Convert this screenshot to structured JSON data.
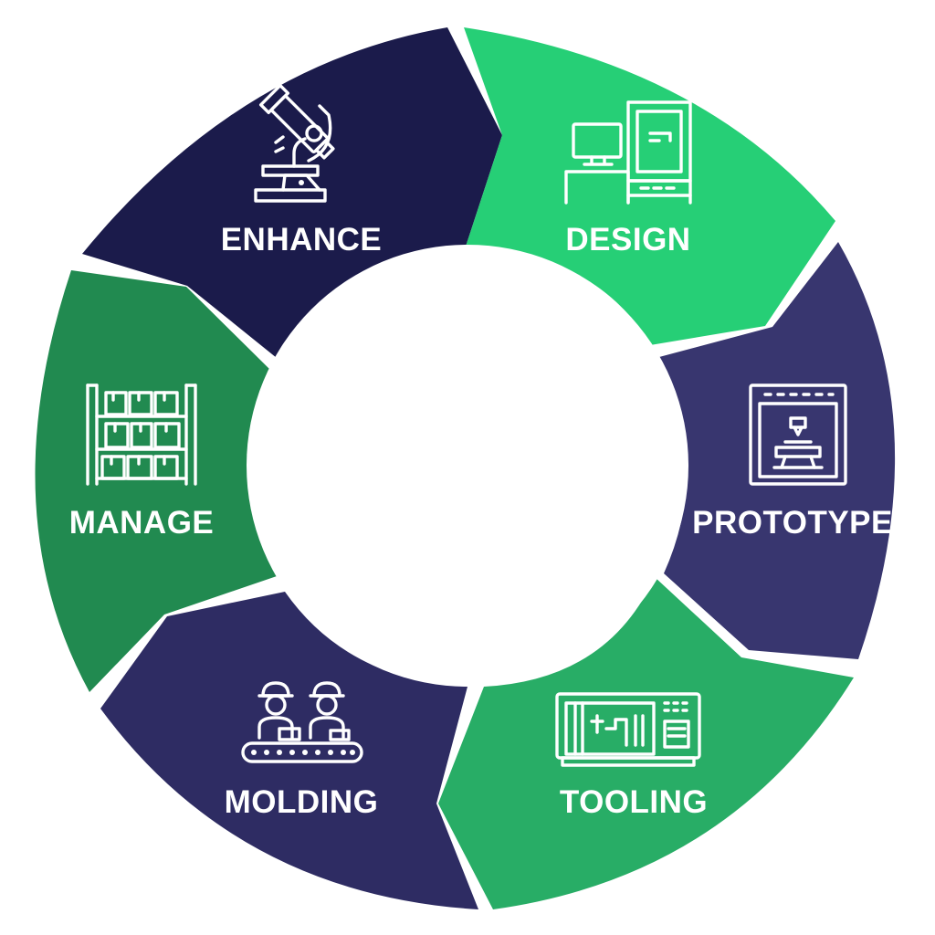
{
  "diagram": {
    "segments": [
      {
        "id": "design",
        "label": "DESIGN",
        "icon": "workstation-icon",
        "color": "#26CF76"
      },
      {
        "id": "prototype",
        "label": "PROTOTYPE",
        "icon": "3d-printer-icon",
        "color": "#38366F"
      },
      {
        "id": "tooling",
        "label": "TOOLING",
        "icon": "cnc-machine-icon",
        "color": "#28AD66"
      },
      {
        "id": "molding",
        "label": "MOLDING",
        "icon": "workers-conveyor-icon",
        "color": "#2E2C63"
      },
      {
        "id": "manage",
        "label": "MANAGE",
        "icon": "warehouse-shelf-icon",
        "color": "#218A50"
      },
      {
        "id": "enhance",
        "label": "ENHANCE",
        "icon": "microscope-icon",
        "color": "#1B1B4B"
      }
    ]
  }
}
